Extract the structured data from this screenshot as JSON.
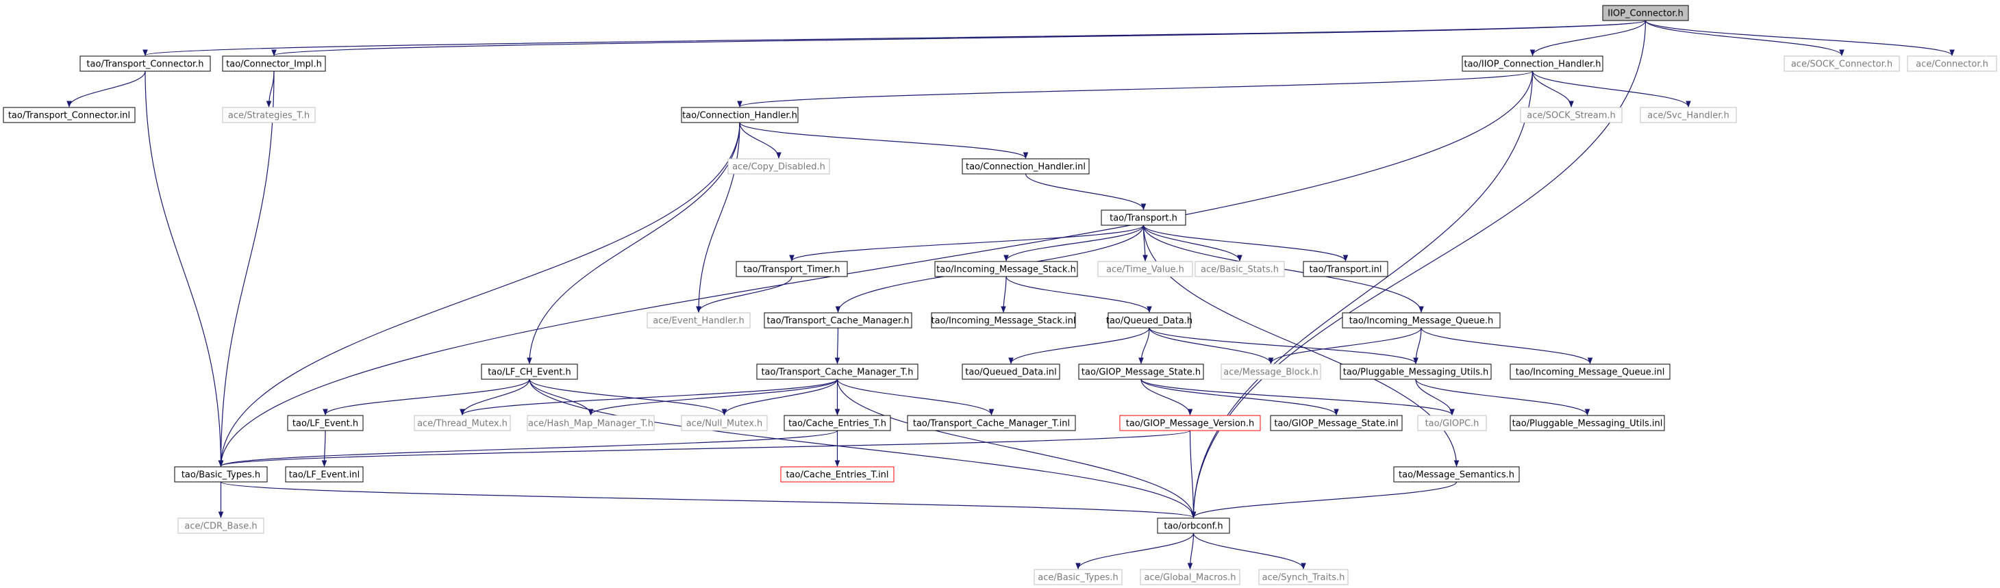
{
  "colors": {
    "edge": "#191970",
    "local_border": "#000000",
    "external_border": "#bfbfbf",
    "missing_border": "#ff0000",
    "root_fill": "#bfbfbf"
  },
  "nodes": [
    {
      "id": "iiop_connector_h",
      "label": "IIOP_Connector.h",
      "kind": "root"
    },
    {
      "id": "transport_connector_h",
      "label": "tao/Transport_Connector.h",
      "kind": "local"
    },
    {
      "id": "connector_impl_h",
      "label": "tao/Connector_Impl.h",
      "kind": "local"
    },
    {
      "id": "iiop_connection_handler_h",
      "label": "tao/IIOP_Connection_Handler.h",
      "kind": "local"
    },
    {
      "id": "sock_connector_h",
      "label": "ace/SOCK_Connector.h",
      "kind": "external"
    },
    {
      "id": "connector_h",
      "label": "ace/Connector.h",
      "kind": "external"
    },
    {
      "id": "transport_connector_inl",
      "label": "tao/Transport_Connector.inl",
      "kind": "local"
    },
    {
      "id": "strategies_t_h",
      "label": "ace/Strategies_T.h",
      "kind": "external"
    },
    {
      "id": "connection_handler_h",
      "label": "tao/Connection_Handler.h",
      "kind": "local"
    },
    {
      "id": "sock_stream_h",
      "label": "ace/SOCK_Stream.h",
      "kind": "external"
    },
    {
      "id": "svc_handler_h",
      "label": "ace/Svc_Handler.h",
      "kind": "external"
    },
    {
      "id": "copy_disabled_h",
      "label": "ace/Copy_Disabled.h",
      "kind": "external"
    },
    {
      "id": "connection_handler_inl",
      "label": "tao/Connection_Handler.inl",
      "kind": "local"
    },
    {
      "id": "transport_h",
      "label": "tao/Transport.h",
      "kind": "local"
    },
    {
      "id": "transport_timer_h",
      "label": "tao/Transport_Timer.h",
      "kind": "local"
    },
    {
      "id": "incoming_message_stack_h",
      "label": "tao/Incoming_Message_Stack.h",
      "kind": "local"
    },
    {
      "id": "time_value_h",
      "label": "ace/Time_Value.h",
      "kind": "external"
    },
    {
      "id": "basic_stats_h",
      "label": "ace/Basic_Stats.h",
      "kind": "external"
    },
    {
      "id": "transport_inl",
      "label": "tao/Transport.inl",
      "kind": "local"
    },
    {
      "id": "event_handler_h",
      "label": "ace/Event_Handler.h",
      "kind": "external"
    },
    {
      "id": "transport_cache_manager_h",
      "label": "tao/Transport_Cache_Manager.h",
      "kind": "local"
    },
    {
      "id": "incoming_message_stack_inl",
      "label": "tao/Incoming_Message_Stack.inl",
      "kind": "local"
    },
    {
      "id": "queued_data_h",
      "label": "tao/Queued_Data.h",
      "kind": "local"
    },
    {
      "id": "incoming_message_queue_h",
      "label": "tao/Incoming_Message_Queue.h",
      "kind": "local"
    },
    {
      "id": "lf_ch_event_h",
      "label": "tao/LF_CH_Event.h",
      "kind": "local"
    },
    {
      "id": "transport_cache_manager_t_h",
      "label": "tao/Transport_Cache_Manager_T.h",
      "kind": "local"
    },
    {
      "id": "queued_data_inl",
      "label": "tao/Queued_Data.inl",
      "kind": "local"
    },
    {
      "id": "giop_message_state_h",
      "label": "tao/GIOP_Message_State.h",
      "kind": "local"
    },
    {
      "id": "message_block_h",
      "label": "ace/Message_Block.h",
      "kind": "external"
    },
    {
      "id": "pluggable_messaging_utils_h",
      "label": "tao/Pluggable_Messaging_Utils.h",
      "kind": "local"
    },
    {
      "id": "incoming_message_queue_inl",
      "label": "tao/Incoming_Message_Queue.inl",
      "kind": "local"
    },
    {
      "id": "lf_event_h",
      "label": "tao/LF_Event.h",
      "kind": "local"
    },
    {
      "id": "thread_mutex_h",
      "label": "ace/Thread_Mutex.h",
      "kind": "external"
    },
    {
      "id": "hash_map_manager_t_h",
      "label": "ace/Hash_Map_Manager_T.h",
      "kind": "external"
    },
    {
      "id": "null_mutex_h",
      "label": "ace/Null_Mutex.h",
      "kind": "external"
    },
    {
      "id": "cache_entries_t_h",
      "label": "tao/Cache_Entries_T.h",
      "kind": "local"
    },
    {
      "id": "transport_cache_manager_t_inl",
      "label": "tao/Transport_Cache_Manager_T.inl",
      "kind": "local"
    },
    {
      "id": "giop_message_version_h",
      "label": "tao/GIOP_Message_Version.h",
      "kind": "missing"
    },
    {
      "id": "giop_message_state_inl",
      "label": "tao/GIOP_Message_State.inl",
      "kind": "local"
    },
    {
      "id": "giopc_h",
      "label": "tao/GIOPC.h",
      "kind": "external"
    },
    {
      "id": "pluggable_messaging_utils_inl",
      "label": "tao/Pluggable_Messaging_Utils.inl",
      "kind": "local"
    },
    {
      "id": "basic_types_h",
      "label": "tao/Basic_Types.h",
      "kind": "local"
    },
    {
      "id": "lf_event_inl",
      "label": "tao/LF_Event.inl",
      "kind": "local"
    },
    {
      "id": "cache_entries_t_inl",
      "label": "tao/Cache_Entries_T.inl",
      "kind": "missing"
    },
    {
      "id": "message_semantics_h",
      "label": "tao/Message_Semantics.h",
      "kind": "local"
    },
    {
      "id": "cdr_base_h",
      "label": "ace/CDR_Base.h",
      "kind": "external"
    },
    {
      "id": "orbconf_h",
      "label": "tao/orbconf.h",
      "kind": "local"
    },
    {
      "id": "ace_basic_types_h",
      "label": "ace/Basic_Types.h",
      "kind": "external"
    },
    {
      "id": "global_macros_h",
      "label": "ace/Global_Macros.h",
      "kind": "external"
    },
    {
      "id": "synch_traits_h",
      "label": "ace/Synch_Traits.h",
      "kind": "external"
    }
  ]
}
